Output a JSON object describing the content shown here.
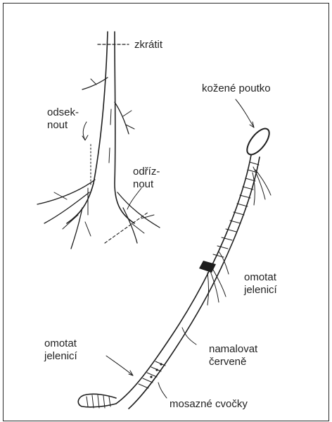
{
  "labels": {
    "shorten": "zkrátit",
    "chop_line1": "odsek-",
    "chop_line2": "nout",
    "cut_line1": "odříz-",
    "cut_line2": "nout",
    "strap": "kožené poutko",
    "wrap_upper_line1": "omotat",
    "wrap_upper_line2": "jelenicí",
    "paint_line1": "namalovat",
    "paint_line2": "červeně",
    "wrap_lower_line1": "omotat",
    "wrap_lower_line2": "jelenicí",
    "tacks": "mosazné cvočky"
  },
  "colors": {
    "ink": "#1e1e1e",
    "border": "#2a2a2a",
    "background": "#ffffff"
  }
}
